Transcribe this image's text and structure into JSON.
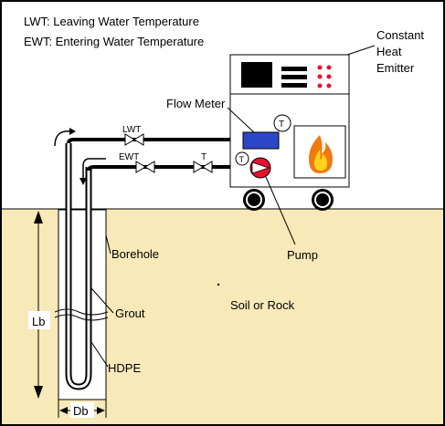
{
  "legend": {
    "lwt": "LWT: Leaving Water Temperature",
    "ewt": "EWT: Entering Water Temperature"
  },
  "labels": {
    "constant_heat_emitter_line1": "Constant",
    "constant_heat_emitter_line2": "Heat",
    "constant_heat_emitter_line3": "Emitter",
    "flow_meter": "Flow Meter",
    "lwt_valve": "LWT",
    "ewt_valve": "EWT",
    "t_valve": "T",
    "sensor_t1": "T",
    "sensor_t2": "T",
    "pump": "Pump",
    "borehole": "Borehole",
    "grout": "Grout",
    "hdpe": "HDPE",
    "soil_or_rock": "Soil or Rock",
    "lb": "Lb",
    "db": "Db"
  },
  "colors": {
    "ground": "#f8e9b8",
    "flow_meter": "#2b47c7",
    "pump": "#e8112d",
    "display_red": "#e8112d",
    "flame_orange": "#f07a10",
    "flame_yellow": "#ffd21f"
  }
}
